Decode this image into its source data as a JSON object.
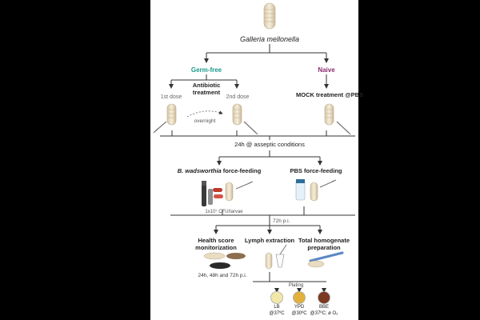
{
  "organism": "Galleria mellonella",
  "branches": {
    "germ_free": {
      "label": "Germ-free",
      "color": "#1a9a8a"
    },
    "naive": {
      "label": "Naive",
      "color": "#8a2c6e"
    }
  },
  "antibiotic": {
    "line1": "Antibiotic",
    "line2": "treatment"
  },
  "doses": {
    "first": "1st dose",
    "second": "2nd dose",
    "interval": "overnight"
  },
  "mock": "MOCK treatment @PBS",
  "aseptic": "24h @ asseptic conditions",
  "bw_feeding": {
    "species": "B. wadsworthia",
    "rest": "force-feeding",
    "dose": "1x10⁷ CFU/larvae"
  },
  "pbs_feeding": "PBS force-feeding",
  "timepoint": "72h p.i.",
  "health": {
    "line1": "Health score",
    "line2": "monitorization",
    "times": "24h, 48h and 72h p.i."
  },
  "lymph": "Lymph extraction",
  "homogenate": {
    "line1": "Total homogenate",
    "line2": "preparation"
  },
  "plating": {
    "title": "Plating",
    "plates": [
      {
        "name": "LB",
        "cond": "@37ºC",
        "color": "#f1e7a8"
      },
      {
        "name": "YPD",
        "cond": "@30ºC",
        "color": "#e2b03c"
      },
      {
        "name": "BBE",
        "cond": "@37ºC; ø O₂",
        "color": "#7a3a22"
      }
    ]
  }
}
